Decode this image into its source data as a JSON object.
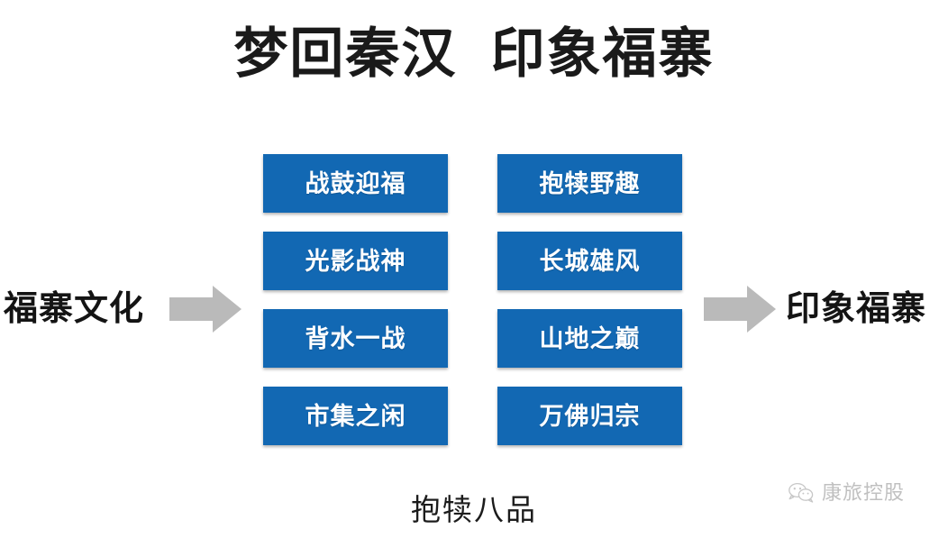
{
  "slide": {
    "title": "梦回秦汉  印象福寨",
    "caption": "抱犊八品",
    "background_color": "#ffffff"
  },
  "flow": {
    "input_label": "福寨文化",
    "output_label": "印象福寨",
    "arrow_color": "#bababa",
    "arrow_left_name": "arrow-right-gray-left",
    "arrow_right_name": "arrow-right-gray-right"
  },
  "boxes": {
    "fill_color": "#1268b3",
    "text_color": "#ffffff",
    "columns": [
      {
        "items": [
          {
            "label": "战鼓迎福"
          },
          {
            "label": "光影战神"
          },
          {
            "label": "背水一战"
          },
          {
            "label": "市集之闲"
          }
        ]
      },
      {
        "items": [
          {
            "label": "抱犊野趣"
          },
          {
            "label": "长城雄风"
          },
          {
            "label": "山地之巅"
          },
          {
            "label": "万佛归宗"
          }
        ]
      }
    ]
  },
  "watermark": {
    "icon": "wechat-icon",
    "text": "康旅控股",
    "color": "#8d8d8d"
  }
}
